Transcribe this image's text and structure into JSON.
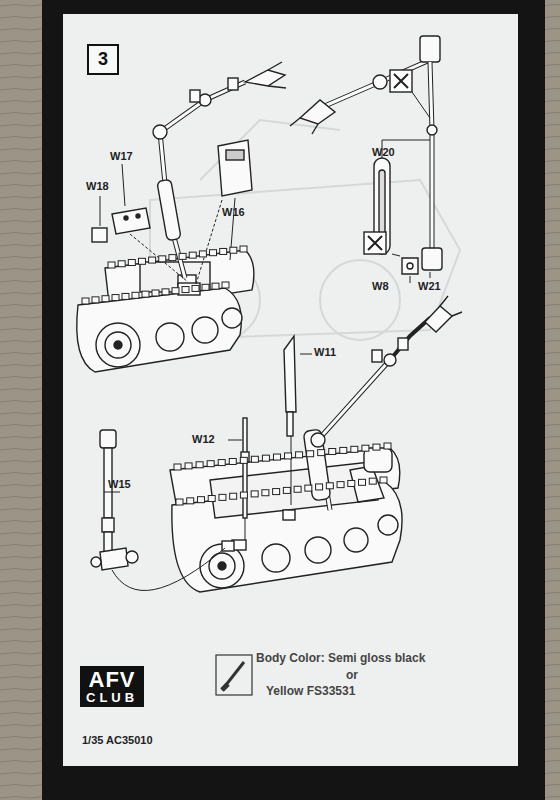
{
  "diagram": {
    "nodes": [
      {
        "text": [
          "3"
        ]
      },
      {
        "text": [
          "AFV",
          "CLUB"
        ]
      }
    ],
    "labels": [
      "W17",
      "W18",
      "W16",
      "W20",
      "W8",
      "W21",
      "W11",
      "W12",
      "W15",
      "1/35 AC35010",
      "Body Color: Semi gloss black",
      "or",
      "Yellow FS33531"
    ]
  }
}
